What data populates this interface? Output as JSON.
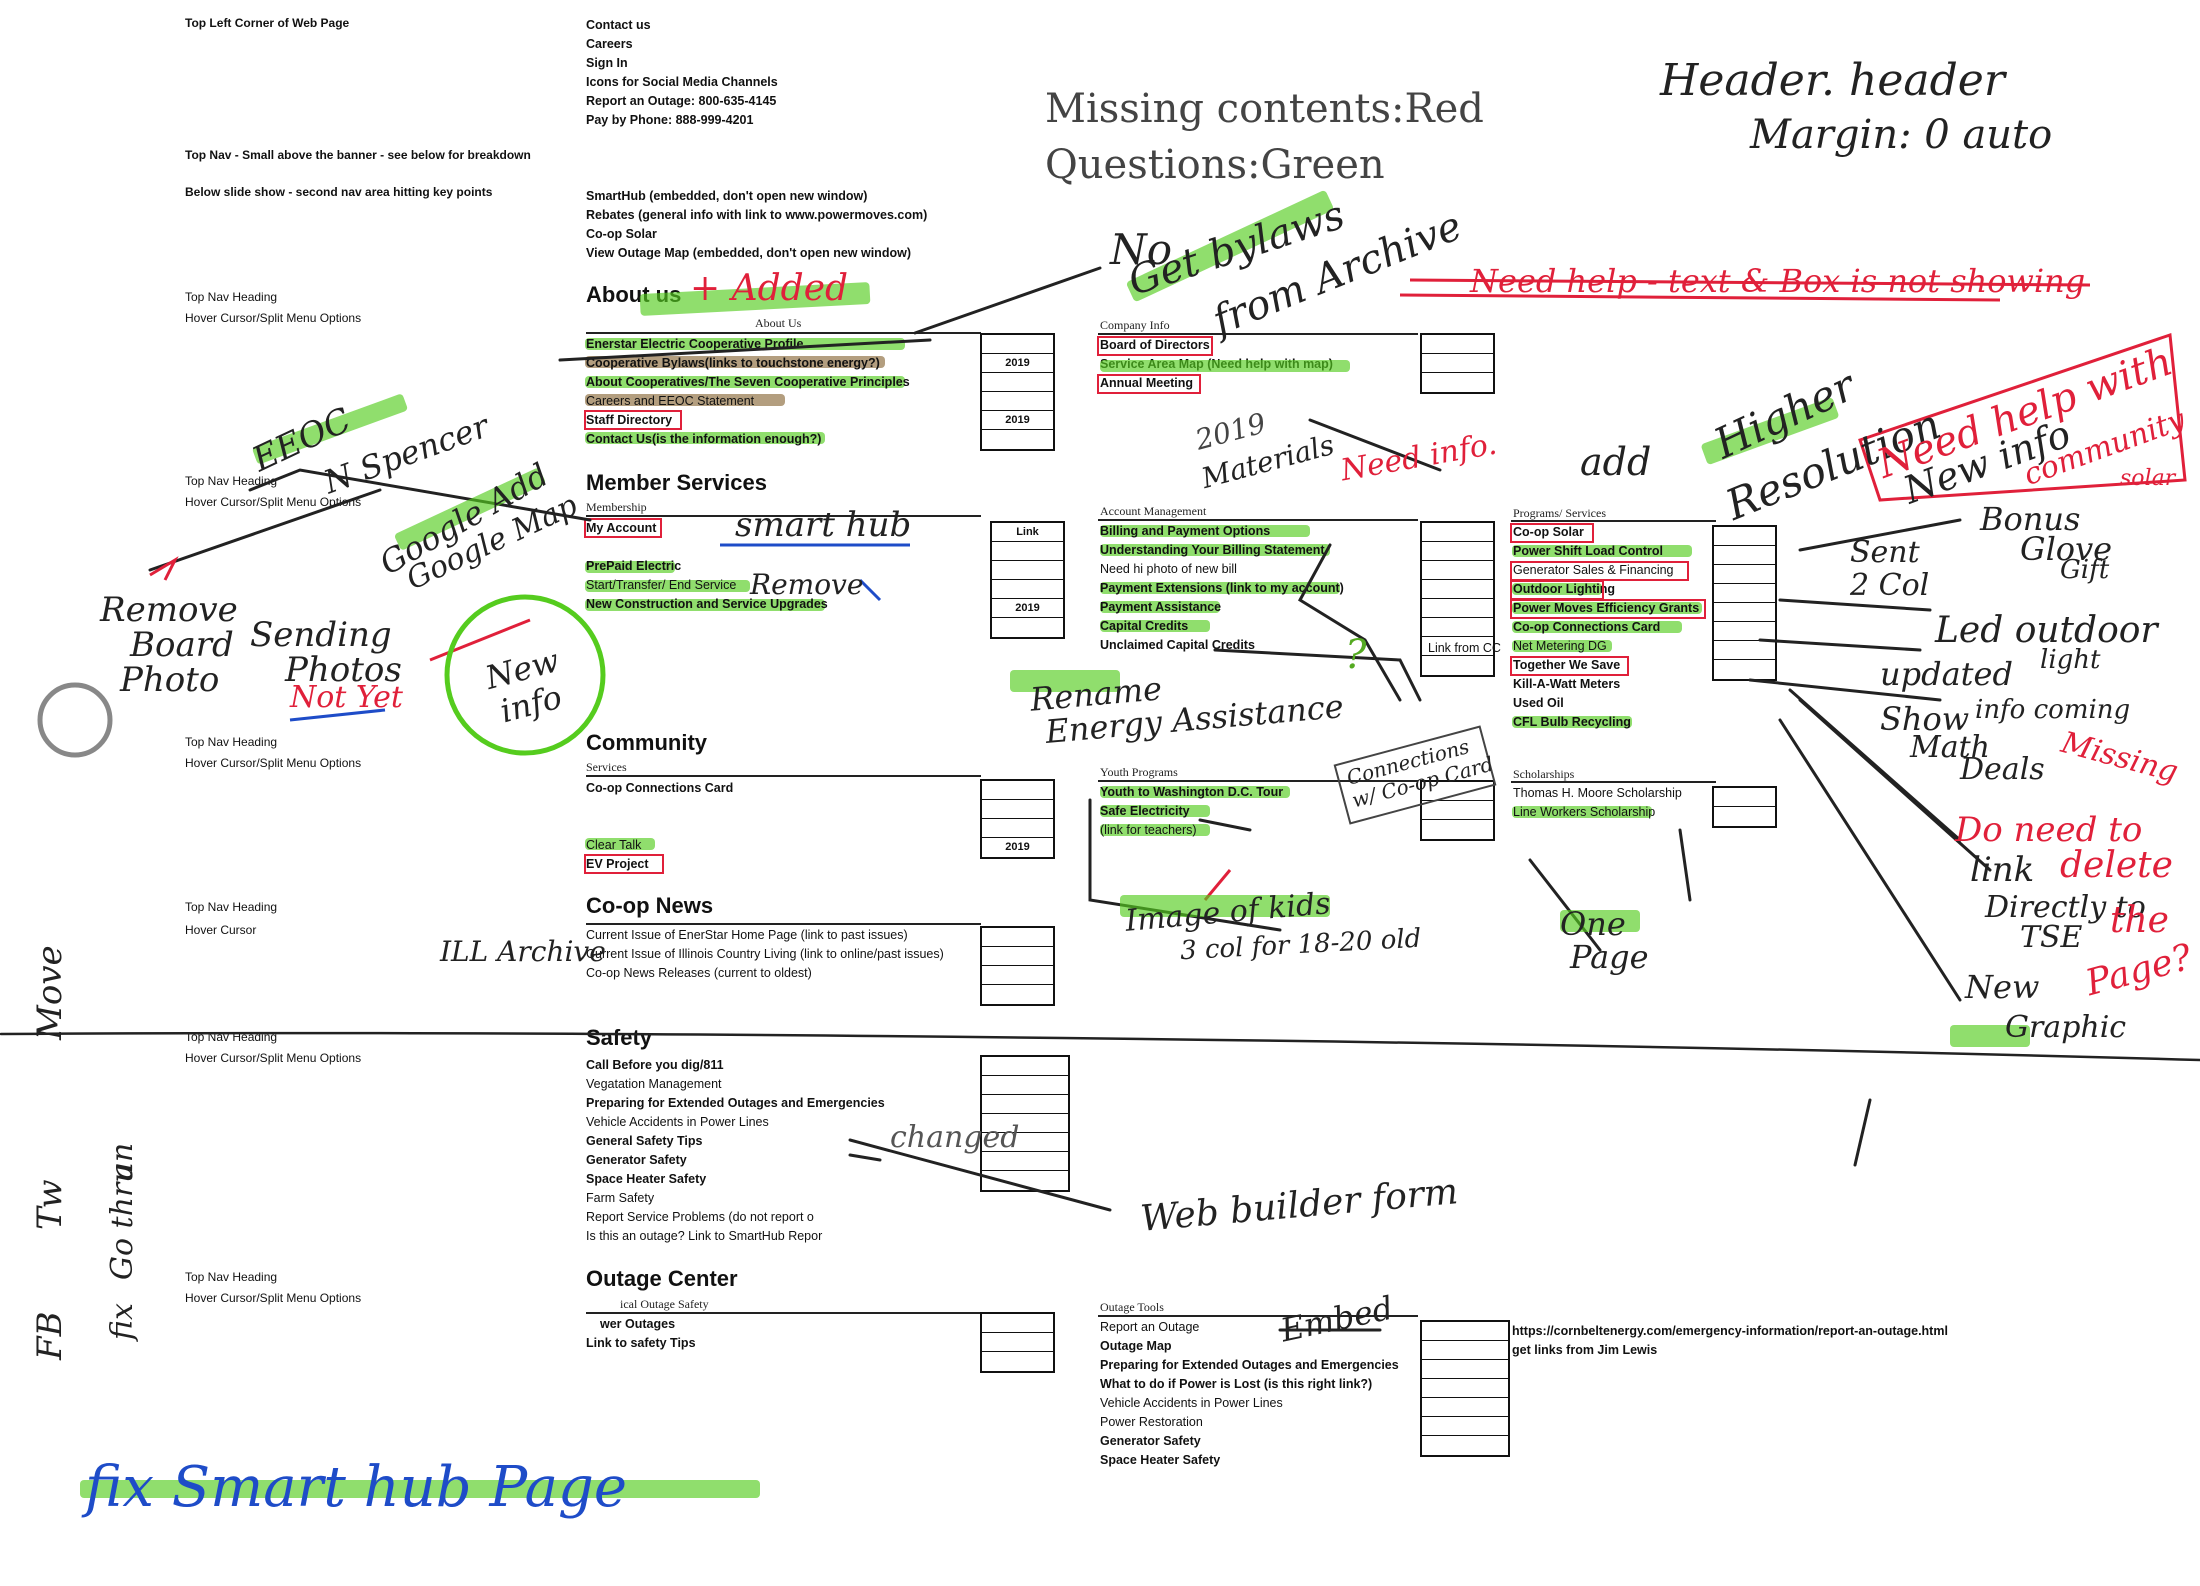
{
  "left_labels": {
    "top_left": "Top Left Corner of Web Page",
    "top_nav": "Top Nav - Small above the banner - see below for breakdown",
    "below_slideshow": "Below slide show - second nav area hitting key points",
    "nav_heading": "Top Nav Heading",
    "hover_split": "Hover Cursor/Split Menu Options",
    "hover": "Hover Cursor"
  },
  "top_links": [
    "Contact us",
    "Careers",
    "Sign In",
    "Icons for Social Media Channels",
    "Report an Outage: 800-635-4145",
    "Pay by Phone: 888-999-4201"
  ],
  "second_nav": [
    "SmartHub (embedded, don't open new window)",
    "Rebates (general info with link to www.powermoves.com)",
    "Co-op Solar",
    "View Outage Map (embedded, don't open new window)"
  ],
  "sections": {
    "about": {
      "heading": "About us",
      "sub": "About Us",
      "items": [
        "Enerstar Electric Cooperative Profile",
        "Cooperative Bylaws(links to touchstone energy?)",
        "About Cooperatives/The Seven Cooperative Principles",
        "Careers and EEOC Statement",
        "Staff Directory",
        "Contact Us(is the information enough?)"
      ],
      "grid": [
        "",
        "2019",
        "",
        "",
        "2019",
        ""
      ],
      "col2_sub": "Company Info",
      "col2_items": [
        "Board of Directors",
        "Service Area Map (Need help with map)",
        "Annual Meeting"
      ]
    },
    "member": {
      "heading": "Member Services",
      "sub": "Membership",
      "items": [
        "My Account",
        "",
        "PrePaid Electric",
        "Start/Transfer/ End Service",
        "New Construction and Service Upgrades"
      ],
      "grid": [
        "Link",
        "",
        "",
        "",
        "2019",
        ""
      ],
      "col2_sub": "Account Management",
      "col2_items": [
        "Billing and Payment Options",
        "Understanding Your Billing Statement",
        "Need hi photo of new bill",
        "Payment Extensions (link to my account)",
        "Payment Assistance",
        "Capital Credits",
        "Unclaimed Capital Credits"
      ],
      "col3_sub": "Programs/ Services",
      "col3_items": [
        "Co-op Solar",
        "Power Shift Load Control",
        "Generator Sales & Financing",
        "Outdoor Lighting",
        "Power Moves Efficiency Grants",
        "Co-op Connections Card",
        "Net Metering DG",
        "Together We Save",
        "Kill-A-Watt Meters",
        "Used Oil",
        "CFL Bulb Recycling"
      ],
      "link_from_cc": "Link from CC"
    },
    "community": {
      "heading": "Community",
      "sub": "Services",
      "items": [
        "Co-op Connections Card",
        "",
        "",
        "Clear Talk",
        "EV Project"
      ],
      "grid": [
        "",
        "",
        "",
        "2019"
      ],
      "col2_sub": "Youth Programs",
      "col2_items": [
        "Youth to Washington D.C. Tour",
        "Safe Electricity",
        "(link for teachers)"
      ],
      "col3_sub": "Scholarships",
      "col3_items": [
        "Thomas H. Moore Scholarship",
        "Line Workers Scholarship"
      ]
    },
    "news": {
      "heading": "Co-op News",
      "items": [
        "Current Issue of EnerStar Home Page (link to past issues)",
        "Current Issue of Illinois Country Living (link to online/past issues)",
        "Co-op News Releases (current to oldest)"
      ]
    },
    "safety": {
      "heading": "Safety",
      "items": [
        "Call Before you dig/811",
        "Vegatation Management",
        "Preparing for Extended Outages and Emergencies",
        "Vehicle Accidents in Power Lines",
        "General Safety Tips",
        "Generator Safety",
        "Space Heater Safety",
        "Farm Safety",
        "Report Service Problems (do not report o",
        "Is this an outage? Link to SmartHub Repor"
      ]
    },
    "outage": {
      "heading": "Outage Center",
      "sub": "ical Outage Safety",
      "items": [
        "wer Outages",
        "Link to safety Tips"
      ],
      "col2_sub": "Outage Tools",
      "col2_items": [
        "Report an Outage",
        "Outage Map",
        "Preparing for Extended Outages and Emergencies",
        "What to do if Power is Lost (is this right link?)",
        "Vehicle Accidents in Power Lines",
        "Power Restoration",
        "Generator Safety",
        "Space Heater Safety"
      ],
      "url": "https://cornbeltenergy.com/emergency-information/report-an-outage.html",
      "url_note": "get links from Jim Lewis"
    }
  },
  "legend": {
    "missing": "Missing contents:Red",
    "questions": "Questions:Green"
  },
  "annotations": {
    "header": [
      "Header. header",
      "Margin: 0 auto"
    ],
    "added": "+ Added",
    "no": "No",
    "bylaws": [
      "Get bylaws",
      "from Archive"
    ],
    "need_help": "Need help - text & Box is not showing",
    "eeoc": [
      "EEOC",
      "N Spencer",
      "Google Add",
      "Google Map"
    ],
    "remove_board": [
      "Remove",
      "Board",
      "Photo",
      "Sending",
      "Photos",
      "Not Yet"
    ],
    "new_info": [
      "New",
      "info"
    ],
    "smart_hub": "smart hub",
    "remove": "Remove",
    "materials": [
      "2019",
      "Materials"
    ],
    "need_info": "Need info.",
    "higher_res": [
      "Higher",
      "Resolution"
    ],
    "add": "add",
    "need_help_comm": [
      "Need help with",
      "New info",
      "community",
      "solar"
    ],
    "sent": [
      "Sent",
      "2 Col"
    ],
    "bonus": [
      "Bonus",
      "Glove",
      "Gift"
    ],
    "led": [
      "Led outdoor",
      "light",
      "updated",
      "info coming"
    ],
    "deals": [
      "Show",
      "Math",
      "Deals"
    ],
    "missing": "Missing",
    "do_need": [
      "Do need to",
      "link",
      "delete",
      "Directly to",
      "TSE",
      "the",
      "Page?"
    ],
    "rename": [
      "Rename",
      "Energy Assistance"
    ],
    "q_mark": "?",
    "connections": [
      "Connections",
      "w/ Co-op Card"
    ],
    "kids": [
      "Image of kids",
      "3 col for 18-20 old"
    ],
    "one_page": [
      "One",
      "Page"
    ],
    "ill_archive": "ILL Archive",
    "changed": "changed",
    "web_builder": "Web builder form",
    "embed": "Embed",
    "new_graphic": [
      "New",
      "Graphic"
    ],
    "fix_smart_hub": "fix Smart hub Page",
    "side_notes": [
      "Move",
      "Tw",
      "FB",
      "fix",
      "Go thru",
      "an"
    ]
  }
}
